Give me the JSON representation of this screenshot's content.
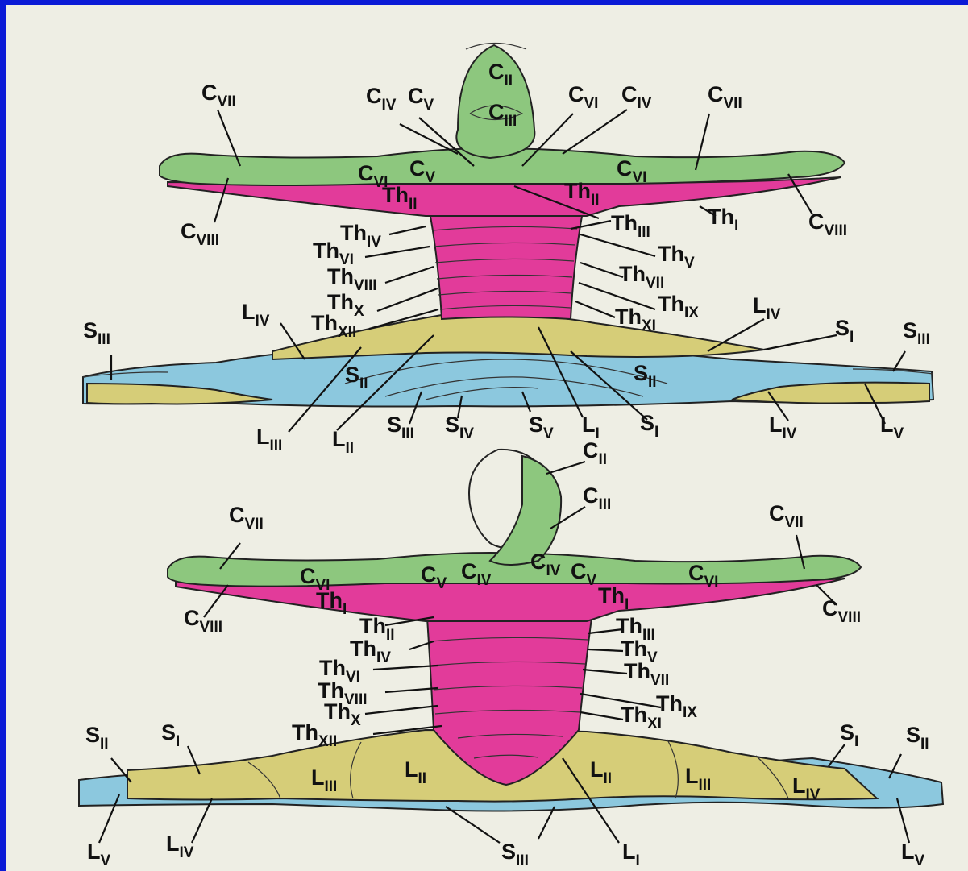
{
  "colors": {
    "cervical": "#8dc77e",
    "thoracic": "#e23b9a",
    "lumbar": "#d6cd78",
    "sacral": "#8cc8de",
    "background": "#eeeee4",
    "border": "#0a1ad6"
  },
  "back_view": {
    "labels": [
      {
        "base": "C",
        "sub": "II"
      },
      {
        "base": "C",
        "sub": "III"
      },
      {
        "base": "C",
        "sub": "IV"
      },
      {
        "base": "C",
        "sub": "V"
      },
      {
        "base": "C",
        "sub": "VI"
      },
      {
        "base": "C",
        "sub": "IV"
      },
      {
        "base": "C",
        "sub": "VII"
      },
      {
        "base": "C",
        "sub": "VII"
      },
      {
        "base": "C",
        "sub": "VIII"
      },
      {
        "base": "C",
        "sub": "VIII"
      },
      {
        "base": "C",
        "sub": "VI"
      },
      {
        "base": "C",
        "sub": "V"
      },
      {
        "base": "C",
        "sub": "VI"
      },
      {
        "base": "Th",
        "sub": "II"
      },
      {
        "base": "Th",
        "sub": "II"
      },
      {
        "base": "Th",
        "sub": "I"
      },
      {
        "base": "Th",
        "sub": "III"
      },
      {
        "base": "Th",
        "sub": "IV"
      },
      {
        "base": "Th",
        "sub": "V"
      },
      {
        "base": "Th",
        "sub": "VI"
      },
      {
        "base": "Th",
        "sub": "VII"
      },
      {
        "base": "Th",
        "sub": "VIII"
      },
      {
        "base": "Th",
        "sub": "IX"
      },
      {
        "base": "Th",
        "sub": "X"
      },
      {
        "base": "Th",
        "sub": "XI"
      },
      {
        "base": "Th",
        "sub": "XII"
      },
      {
        "base": "L",
        "sub": "IV"
      },
      {
        "base": "L",
        "sub": "IV"
      },
      {
        "base": "S",
        "sub": "III"
      },
      {
        "base": "S",
        "sub": "III"
      },
      {
        "base": "S",
        "sub": "I"
      },
      {
        "base": "S",
        "sub": "II"
      },
      {
        "base": "S",
        "sub": "II"
      },
      {
        "base": "L",
        "sub": "III"
      },
      {
        "base": "L",
        "sub": "II"
      },
      {
        "base": "S",
        "sub": "III"
      },
      {
        "base": "S",
        "sub": "IV"
      },
      {
        "base": "S",
        "sub": "V"
      },
      {
        "base": "L",
        "sub": "I"
      },
      {
        "base": "S",
        "sub": "I"
      },
      {
        "base": "L",
        "sub": "IV"
      },
      {
        "base": "L",
        "sub": "V"
      }
    ]
  },
  "front_view": {
    "labels": [
      {
        "base": "C",
        "sub": "II"
      },
      {
        "base": "C",
        "sub": "III"
      },
      {
        "base": "C",
        "sub": "VII"
      },
      {
        "base": "C",
        "sub": "VII"
      },
      {
        "base": "C",
        "sub": "VIII"
      },
      {
        "base": "C",
        "sub": "VIII"
      },
      {
        "base": "C",
        "sub": "VI"
      },
      {
        "base": "C",
        "sub": "V"
      },
      {
        "base": "C",
        "sub": "IV"
      },
      {
        "base": "C",
        "sub": "IV"
      },
      {
        "base": "C",
        "sub": "V"
      },
      {
        "base": "C",
        "sub": "VI"
      },
      {
        "base": "Th",
        "sub": "I"
      },
      {
        "base": "Th",
        "sub": "I"
      },
      {
        "base": "Th",
        "sub": "II"
      },
      {
        "base": "Th",
        "sub": "III"
      },
      {
        "base": "Th",
        "sub": "IV"
      },
      {
        "base": "Th",
        "sub": "V"
      },
      {
        "base": "Th",
        "sub": "VI"
      },
      {
        "base": "Th",
        "sub": "VII"
      },
      {
        "base": "Th",
        "sub": "VIII"
      },
      {
        "base": "Th",
        "sub": "IX"
      },
      {
        "base": "Th",
        "sub": "X"
      },
      {
        "base": "Th",
        "sub": "XI"
      },
      {
        "base": "Th",
        "sub": "XII"
      },
      {
        "base": "S",
        "sub": "II"
      },
      {
        "base": "S",
        "sub": "I"
      },
      {
        "base": "S",
        "sub": "I"
      },
      {
        "base": "S",
        "sub": "II"
      },
      {
        "base": "L",
        "sub": "III"
      },
      {
        "base": "L",
        "sub": "II"
      },
      {
        "base": "L",
        "sub": "II"
      },
      {
        "base": "L",
        "sub": "III"
      },
      {
        "base": "L",
        "sub": "IV"
      },
      {
        "base": "L",
        "sub": "V"
      },
      {
        "base": "L",
        "sub": "IV"
      },
      {
        "base": "S",
        "sub": "III"
      },
      {
        "base": "L",
        "sub": "I"
      },
      {
        "base": "L",
        "sub": "V"
      }
    ]
  }
}
